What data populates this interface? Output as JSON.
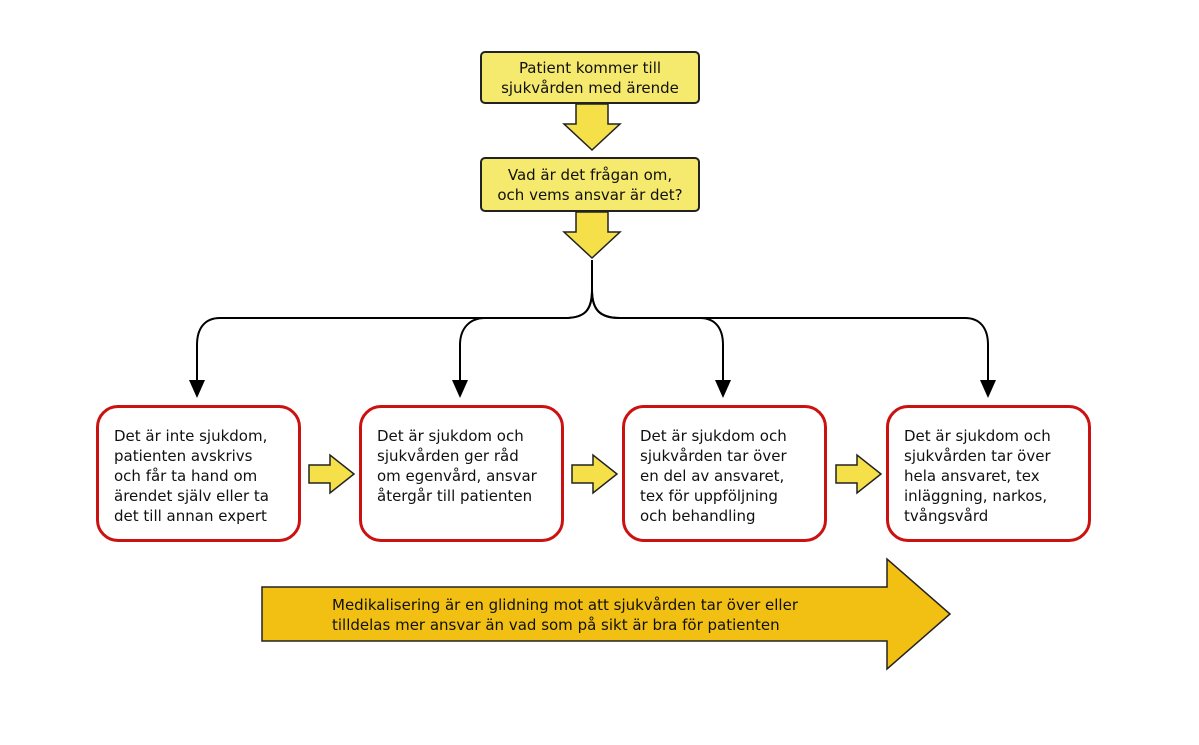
{
  "diagram": {
    "top_box_1": "Patient kommer till\nsjukvården med ärende",
    "top_box_2": "Vad är det frågan om,\noch vems ansvar är det?",
    "options": [
      "Det är inte sjukdom,\npatienten avskrivs\noch får ta hand om\närendet själv eller ta\ndet till annan expert",
      "Det är sjukdom och\nsjukvården ger råd\nom egenvård, ansvar\nåtergår till patienten",
      "Det är sjukdom och\nsjukvården tar över\nen del av ansvaret,\ntex för uppföljning\noch behandling",
      "Det är sjukdom och\nsjukvården tar över\nhela ansvaret, tex\ninläggning, narkos,\ntvångsvård"
    ],
    "medicalization_text": "Medikalisering är en glidning mot att sjukvården tar över eller\ntilldelas mer ansvar än vad som på sikt är bra för patienten"
  },
  "colors": {
    "yellow_box": "#f5ea6e",
    "yellow_arrow": "#f5e04a",
    "big_arrow": "#f2c012",
    "red_border": "#cc1111",
    "outline": "#222222"
  }
}
